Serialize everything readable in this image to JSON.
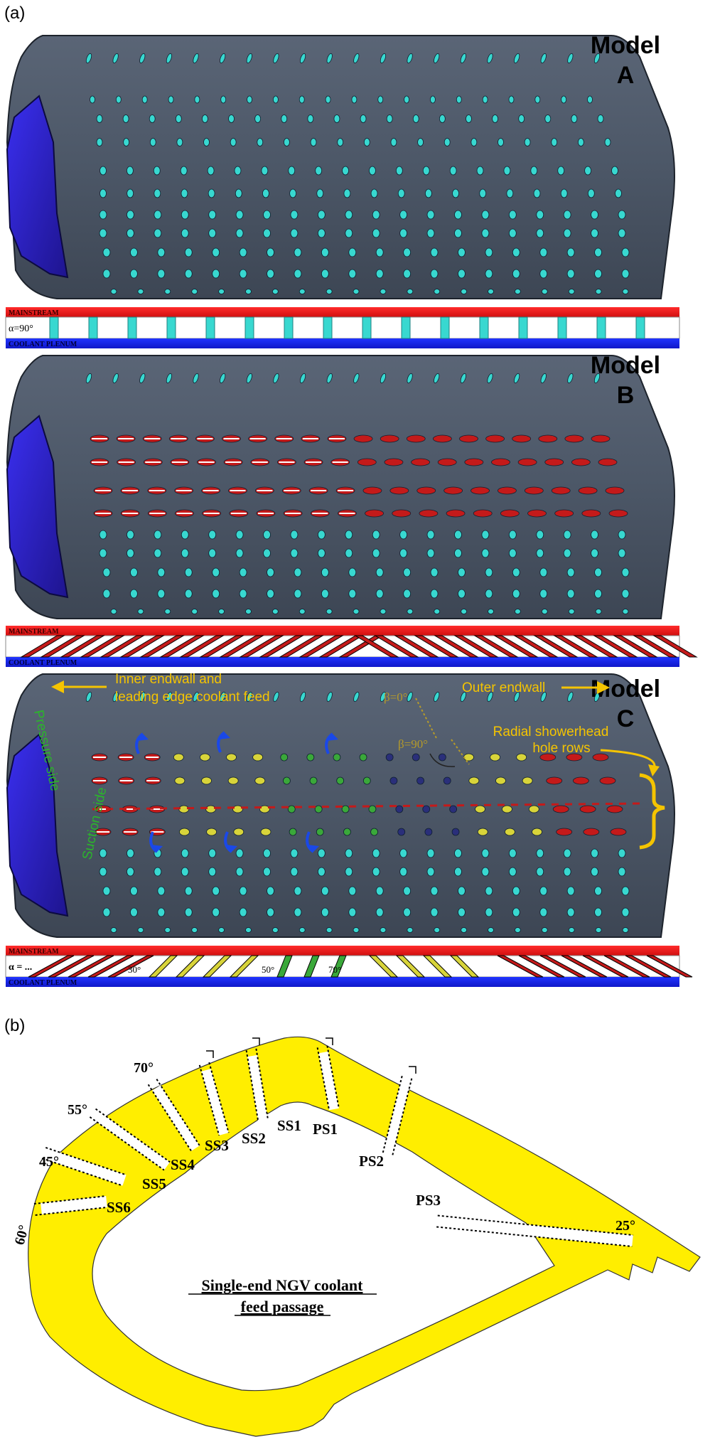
{
  "panel_a_label": "(a)",
  "panel_b_label": "(b)",
  "models": [
    {
      "title_line1": "Model",
      "title_line2": "A"
    },
    {
      "title_line1": "Model",
      "title_line2": "B"
    },
    {
      "title_line1": "Model",
      "title_line2": "C"
    }
  ],
  "strip": {
    "mainstream": "MAINSTREAM",
    "plenum": "COOLANT PLENUM",
    "alpha_a": "α=90°",
    "alpha_c": "α = ..."
  },
  "model_c_angles": [
    "30°",
    "50°",
    "70°"
  ],
  "annotations": {
    "inner_line1": "Inner endwall and",
    "inner_line2": "leading edge coolant feed",
    "outer": "Outer endwall",
    "beta0": "β=0°",
    "beta90": "β=90°",
    "radial_line1": "Radial showerhead",
    "radial_line2": "hole rows",
    "pressure_side": "Pressure side",
    "suction_side": "Suction side"
  },
  "hole_labels": {
    "SS1": "SS1",
    "SS2": "SS2",
    "SS3": "SS3",
    "SS4": "SS4",
    "SS5": "SS5",
    "SS6": "SS6",
    "PS1": "PS1",
    "PS2": "PS2",
    "PS3": "PS3"
  },
  "angle_labels": {
    "a70": "70°",
    "a55": "55°",
    "a45": "45°",
    "a60": "60°",
    "a25": "25°"
  },
  "caption_line1": "Single-end NGV coolant",
  "caption_line2": "feed passage",
  "colors": {
    "body": "#4d5868",
    "body_dark": "#2f3744",
    "plenum_face": "#2a1fc0",
    "hole_cyan": "#38d8d0",
    "hole_red": "#c41a1a",
    "hole_yellow": "#d8d43a",
    "hole_green": "#3aa83a",
    "mainstream_red": "#f01c1c",
    "plenum_blue": "#1c28e0",
    "passage_yellow": "#ffee00",
    "arrow_yellow": "#f5c400",
    "arrow_blue": "#1a48e8"
  }
}
